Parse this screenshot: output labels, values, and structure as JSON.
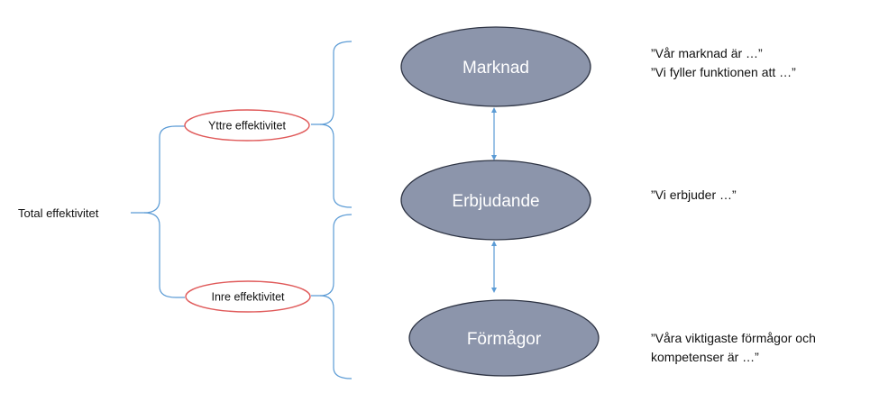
{
  "total": {
    "label": "Total effektivitet"
  },
  "outer": {
    "label": "Yttre effektivitet"
  },
  "inner": {
    "label": "Inre effektivitet"
  },
  "nodes": {
    "market": "Marknad",
    "offering": "Erbjudande",
    "capabilities": "Förmågor"
  },
  "quotes": {
    "market_line1": "”Vår marknad är …”",
    "market_line2": "”Vi fyller funktionen att …”",
    "offering": "”Vi erbjuder …”",
    "capabilities_line1": "”Våra viktigaste förmågor och",
    "capabilities_line2": "kompetenser är …”"
  },
  "colors": {
    "bracket": "#5b9bd5",
    "node_fill": "#8c95ab",
    "node_stroke": "#2f3545",
    "node_text": "#ffffff",
    "label_oval_stroke": "#e05a5a",
    "arrow": "#5b9bd5"
  }
}
